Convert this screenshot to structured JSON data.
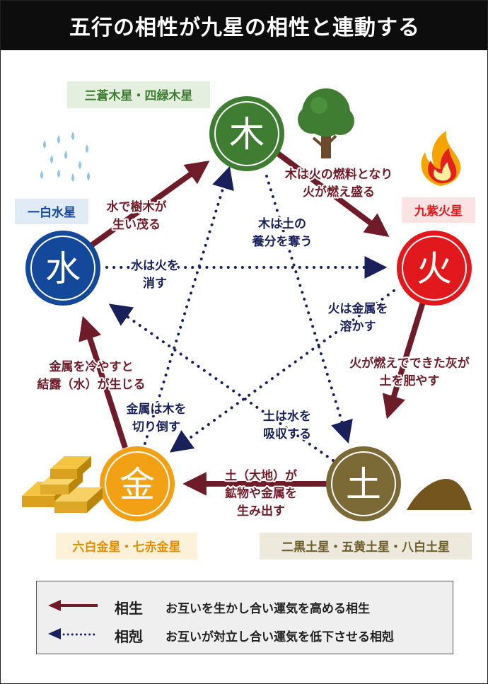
{
  "title": "五行の相性が九星の相性と連動する",
  "colors": {
    "wood": "#3f7d32",
    "fire": "#e1191d",
    "earth": "#7b6a35",
    "metal": "#f2a014",
    "water": "#13489a",
    "sousei": "#6e1b2a",
    "soukoku": "#1a205a",
    "header_bg": "#0d0d0d"
  },
  "elements": {
    "wood": {
      "char": "木",
      "stars": "三蒼木星・四緑木星",
      "tag_bg": "#e4efe0",
      "tag_color": "#3f7d32"
    },
    "fire": {
      "char": "火",
      "stars": "九紫火星",
      "tag_bg": "#fbe3e3",
      "tag_color": "#e1191d"
    },
    "earth": {
      "char": "土",
      "stars": "二黒土星・五黄土星・八白土星",
      "tag_bg": "#ede9dc",
      "tag_color": "#6e5d2c"
    },
    "metal": {
      "char": "金",
      "stars": "六白金星・七赤金星",
      "tag_bg": "#fdf1d9",
      "tag_color": "#e08e00"
    },
    "water": {
      "char": "水",
      "stars": "一白水星",
      "tag_bg": "#e1ebf6",
      "tag_color": "#13489a"
    }
  },
  "sousei_labels": {
    "wood_fire": [
      "木は火の燃料となり",
      "火が燃え盛る"
    ],
    "fire_earth": [
      "火が燃えでできた灰が",
      "土を肥やす"
    ],
    "earth_metal": [
      "土（大地）が",
      "鉱物や金属を",
      "生み出す"
    ],
    "metal_water": [
      "金属を冷やすと",
      "結露（水）が生じる"
    ],
    "water_wood": [
      "水で樹木が",
      "生い茂る"
    ]
  },
  "soukoku_labels": {
    "wood_earth": [
      "木は土の",
      "養分を奪う"
    ],
    "earth_water": [
      "土は水を",
      "吸収する"
    ],
    "water_fire": [
      "水は火を",
      "消す"
    ],
    "fire_metal": [
      "火は金属を",
      "溶かす"
    ],
    "metal_wood": [
      "金属は木を",
      "切り倒す"
    ]
  },
  "legend": {
    "sousei_term": "相生",
    "sousei_desc": "お互いを生かし合い運気を高める相生",
    "soukoku_term": "相剋",
    "soukoku_desc": "お互いが対立し合い運気を低下させる相剋"
  },
  "icons": [
    "tree-icon",
    "flame-icon",
    "soil-mound-icon",
    "gold-bars-icon",
    "water-drops-icon"
  ]
}
